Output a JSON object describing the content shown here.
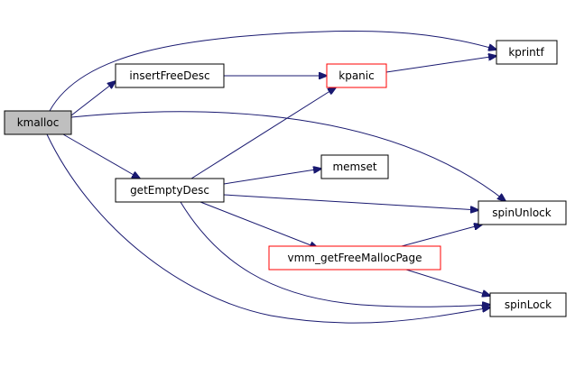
{
  "diagram": {
    "nodes": {
      "kmalloc": {
        "label": "kmalloc",
        "style": "root"
      },
      "insertFreeDesc": {
        "label": "insertFreeDesc",
        "style": "normal"
      },
      "getEmptyDesc": {
        "label": "getEmptyDesc",
        "style": "normal"
      },
      "kpanic": {
        "label": "kpanic",
        "style": "truncated"
      },
      "kprintf": {
        "label": "kprintf",
        "style": "normal"
      },
      "memset": {
        "label": "memset",
        "style": "normal"
      },
      "spinUnlock": {
        "label": "spinUnlock",
        "style": "normal"
      },
      "vmm_getFreeMallocPage": {
        "label": "vmm_getFreeMallocPage",
        "style": "truncated"
      },
      "spinLock": {
        "label": "spinLock",
        "style": "normal"
      }
    },
    "edges": [
      {
        "from": "kmalloc",
        "to": "kprintf"
      },
      {
        "from": "kmalloc",
        "to": "insertFreeDesc"
      },
      {
        "from": "kmalloc",
        "to": "spinUnlock"
      },
      {
        "from": "kmalloc",
        "to": "getEmptyDesc"
      },
      {
        "from": "kmalloc",
        "to": "spinLock"
      },
      {
        "from": "insertFreeDesc",
        "to": "kpanic"
      },
      {
        "from": "kpanic",
        "to": "kprintf"
      },
      {
        "from": "getEmptyDesc",
        "to": "kpanic"
      },
      {
        "from": "getEmptyDesc",
        "to": "memset"
      },
      {
        "from": "getEmptyDesc",
        "to": "spinUnlock"
      },
      {
        "from": "getEmptyDesc",
        "to": "vmm_getFreeMallocPage"
      },
      {
        "from": "getEmptyDesc",
        "to": "spinLock"
      },
      {
        "from": "vmm_getFreeMallocPage",
        "to": "spinUnlock"
      },
      {
        "from": "vmm_getFreeMallocPage",
        "to": "spinLock"
      }
    ],
    "colors": {
      "edge": "#191970",
      "root_fill": "#bfbfbf",
      "node_fill": "#ffffff",
      "node_border": "#000000",
      "truncated_border": "#ff0000",
      "text": "#000000"
    }
  }
}
